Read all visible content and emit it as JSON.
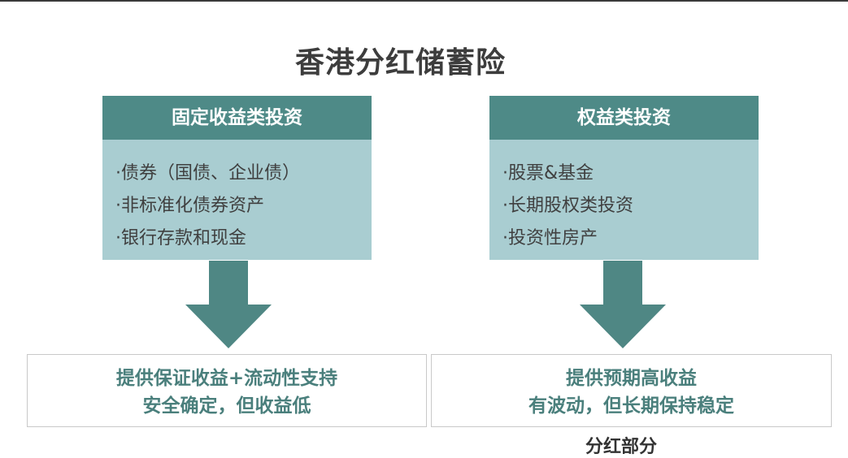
{
  "title": "香港分红储蓄险",
  "colors": {
    "header": "#4e8a87",
    "body": "#a9cdd1",
    "arrow": "#4f8784",
    "result_text": "#4a7f7c"
  },
  "left_panel": {
    "header": "固定收益类投资",
    "items": [
      "·债券（国债、企业债）",
      "·非标准化债券资产",
      "·银行存款和现金"
    ],
    "result": {
      "line1": "提供保证收益+流动性支持",
      "line2": "安全确定，但收益低"
    }
  },
  "right_panel": {
    "header": "权益类投资",
    "items": [
      "·股票&基金",
      "·长期股权类投资",
      "·投资性房产"
    ],
    "result": {
      "line1": "提供预期高收益",
      "line2": "有波动，但长期保持稳定"
    }
  },
  "footer_partial": "分红部分"
}
